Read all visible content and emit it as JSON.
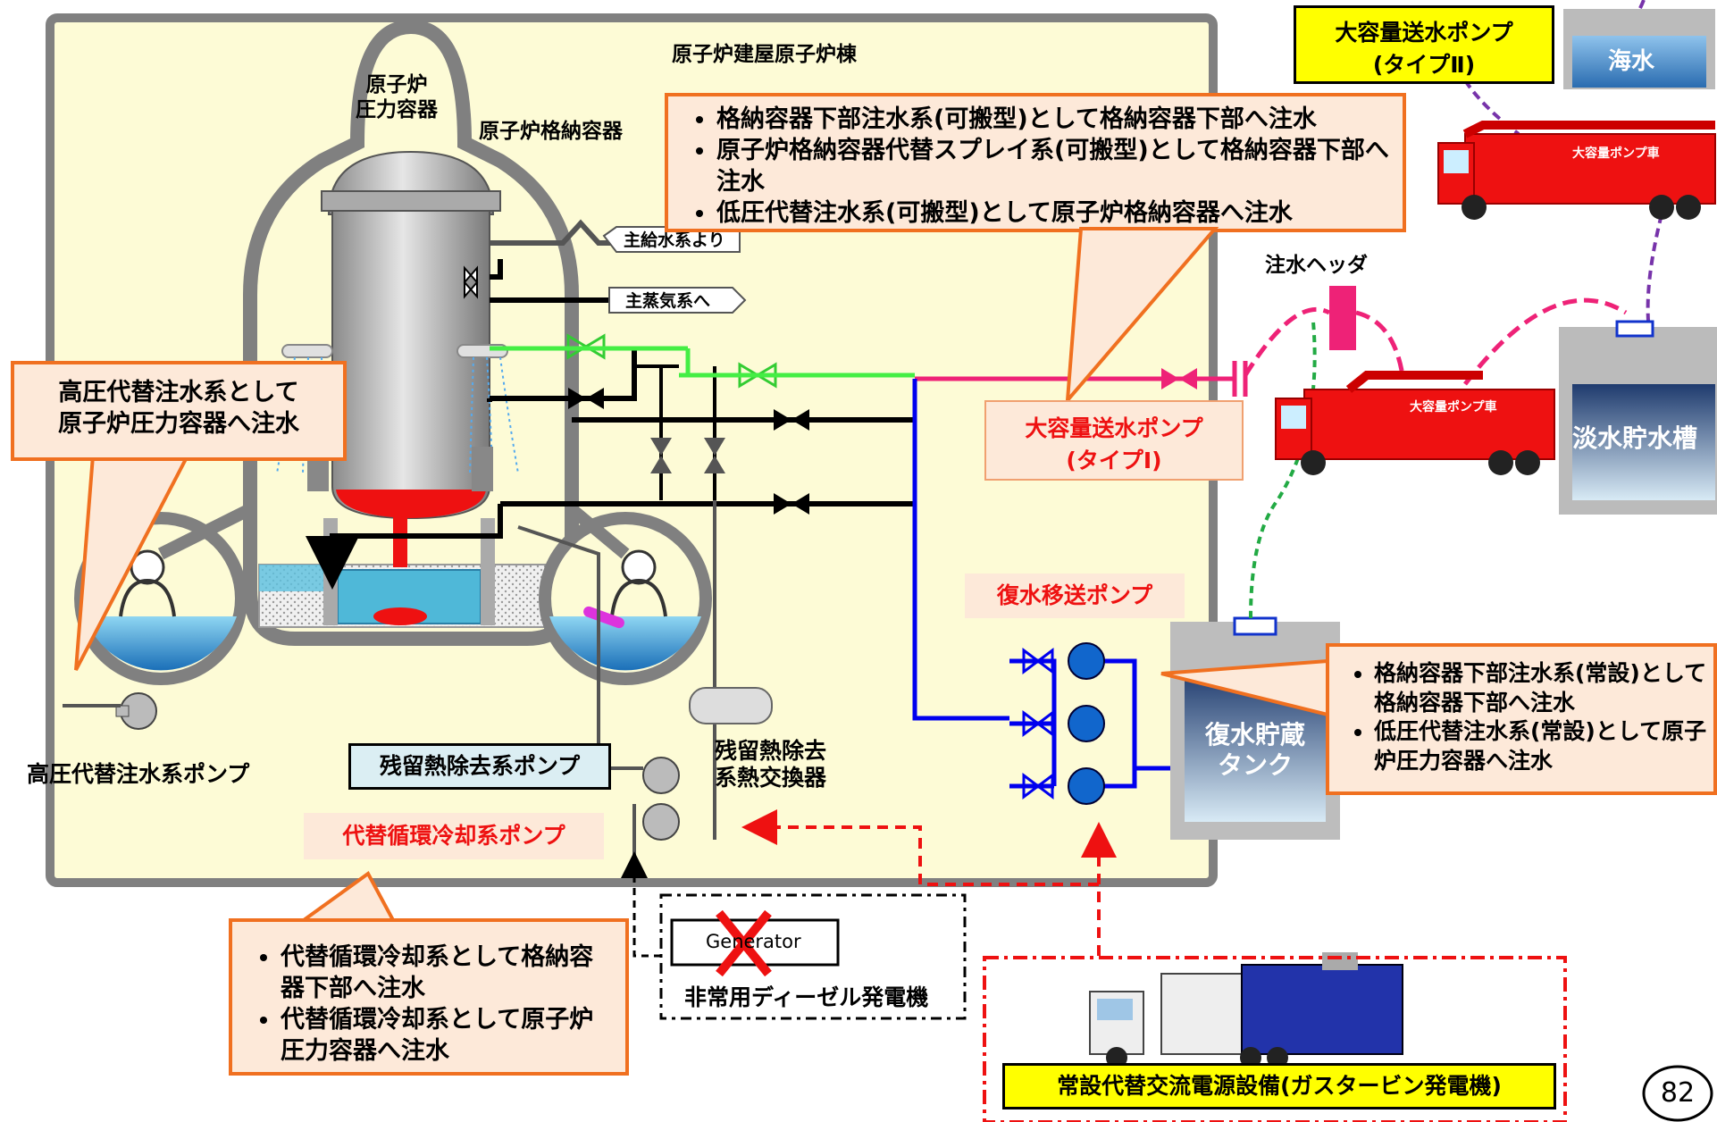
{
  "building_label": "原子炉建屋原子炉棟",
  "rpv_label": [
    "原子炉",
    "圧力容器"
  ],
  "pcv_label": "原子炉格納容器",
  "feedwater_label": "主給水系より",
  "steam_label": "主蒸気系へ",
  "callout_top": {
    "items": [
      "格納容器下部注水系(可搬型)として格納容器下部へ注水",
      "原子炉格納容器代替スプレイ系(可搬型)として格納容器下部へ注水",
      "低圧代替注水系(可搬型)として原子炉格納容器へ注水"
    ]
  },
  "callout_left": [
    "高圧代替注水系として",
    "原子炉圧力容器へ注水"
  ],
  "hp_pump_label": "高圧代替注水系ポンプ",
  "rhr_pump_label": "残留熱除去系ポンプ",
  "rhr_hx_label": [
    "残留熱除去",
    "系熱交換器"
  ],
  "alt_cooling_pump_label": "代替循環冷却系ポンプ",
  "callout_bottom_left": {
    "items": [
      "代替循環冷却系として格納容器下部へ注水",
      "代替循環冷却系として原子炉圧力容器へ注水"
    ]
  },
  "generator_text": "Generator",
  "edg_label": "非常用ディーゼル発電機",
  "gas_turbine_label": "常設代替交流電源設備(ガスタービン発電機)",
  "condensate_pump_label": "復水移送ポンプ",
  "condensate_tank_label": [
    "復水貯蔵",
    "タンク"
  ],
  "callout_right": {
    "items": [
      "格納容器下部注水系(常設)として格納容器下部へ注水",
      "低圧代替注水系(常設)として原子炉圧力容器へ注水"
    ]
  },
  "pump_type1_label": [
    "大容量送水ポンプ",
    "(タイプⅠ)"
  ],
  "pump_type2_label": [
    "大容量送水ポンプ",
    "(タイプⅡ)"
  ],
  "injection_header_label": "注水ヘッダ",
  "seawater_label": "海水",
  "freshwater_tank_label": "淡水貯水槽",
  "truck_label": "大容量ポンプ車",
  "page_number": "82",
  "colors": {
    "building_fill": "#fdfbd6",
    "building_border": "#808080",
    "callout_fill": "#fde9d9",
    "callout_border": "#f07020",
    "highlight_yellow": "#ffff00",
    "rhr_box_fill": "#dbeef3",
    "line_blue": "#0000ee",
    "line_green": "#44ee44",
    "line_pink": "#ee2277",
    "line_dashed_green": "#22aa44",
    "line_purple": "#7733aa",
    "line_red_dashed": "#ee1111",
    "label_red": "#ee1111",
    "water_blue": "#3399dd"
  }
}
